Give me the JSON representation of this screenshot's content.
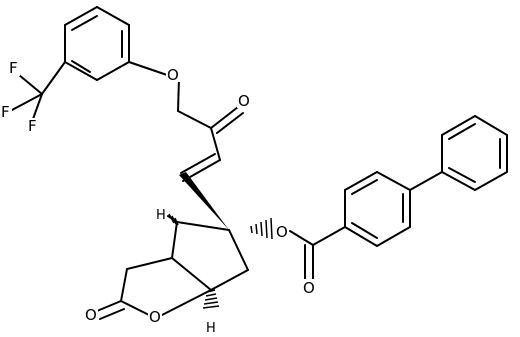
{
  "molecule": {
    "atom_labels": {
      "f1": "F",
      "f2": "F",
      "f3": "F",
      "o_ether": "O",
      "o_ketone": "O",
      "o_ester": "O",
      "o_carbonyl": "O",
      "o_lactone_carbonyl": "O",
      "o_ring": "O",
      "h_top": "H",
      "h_bottom": "H"
    },
    "color": "#000000"
  }
}
